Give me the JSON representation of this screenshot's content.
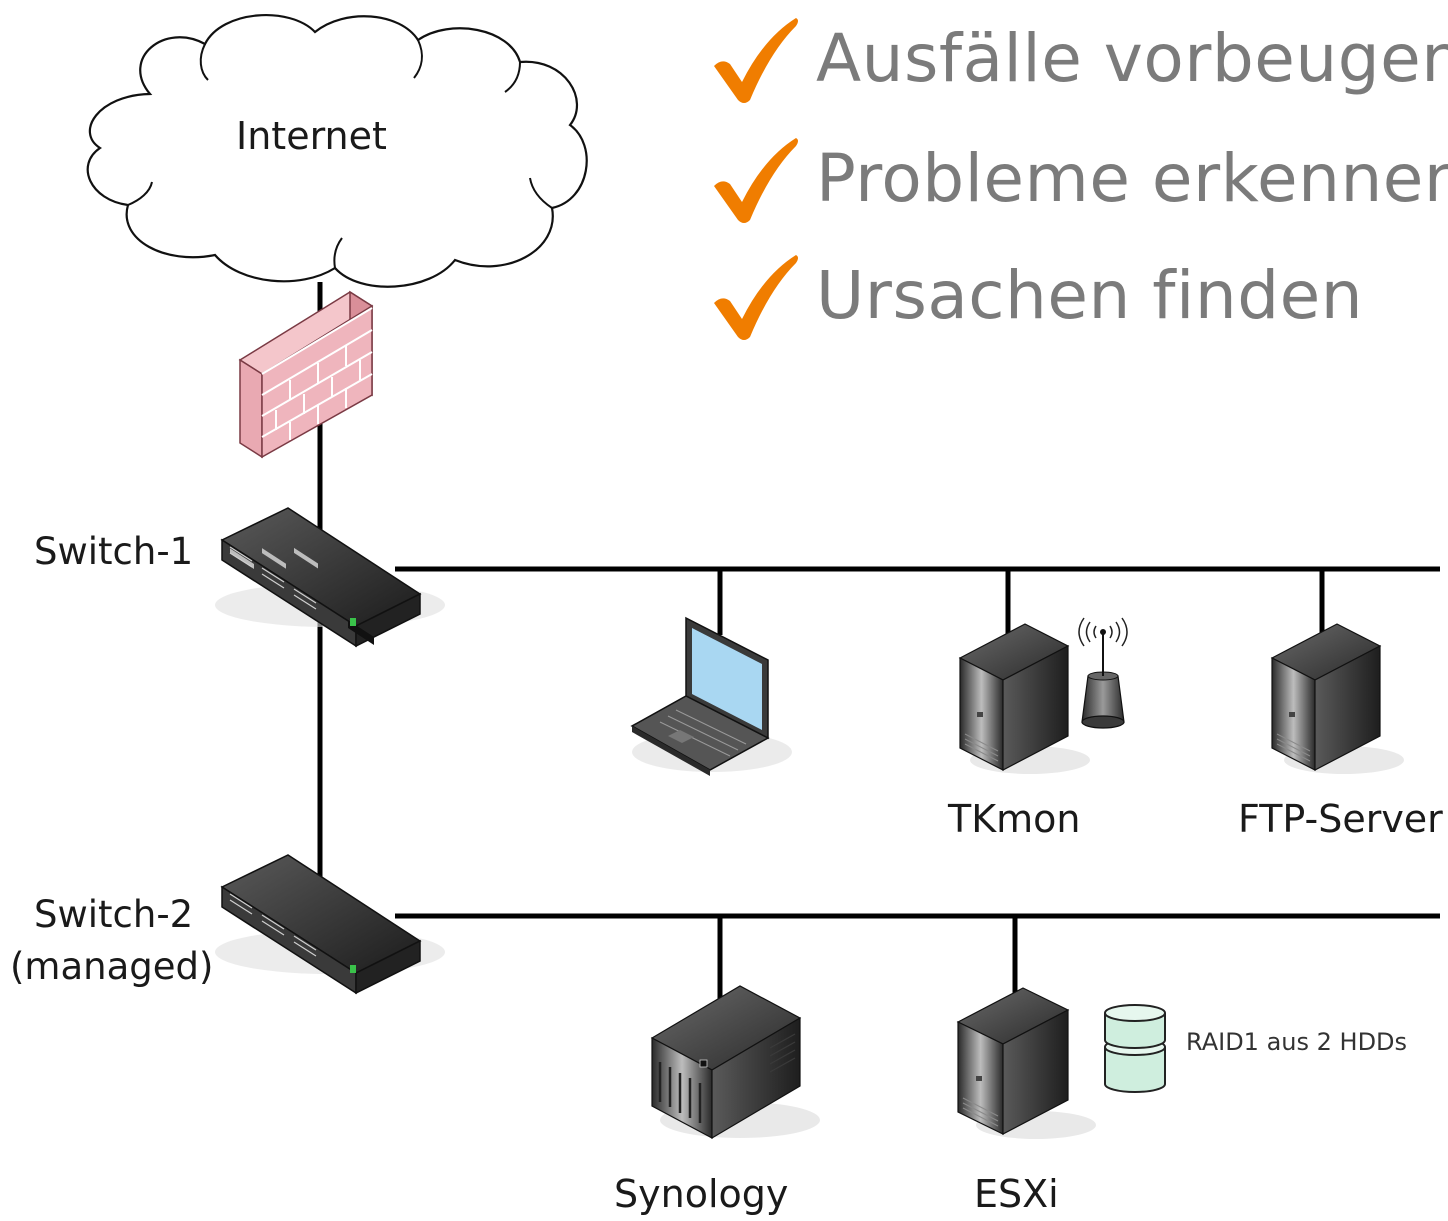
{
  "goals": [
    {
      "icon": "checkmark-icon",
      "text": "Ausfälle vorbeugen"
    },
    {
      "icon": "checkmark-icon",
      "text": "Probleme erkennen"
    },
    {
      "icon": "checkmark-icon",
      "text": "Ursachen finden"
    }
  ],
  "nodes": {
    "internet": {
      "label": "Internet",
      "icon": "cloud-icon"
    },
    "firewall": {
      "icon": "firewall-icon"
    },
    "switch1": {
      "label": "Switch-1",
      "icon": "network-switch-icon"
    },
    "switch2": {
      "label_line1": "Switch-2",
      "label_line2": "(managed)",
      "icon": "network-switch-icon"
    },
    "laptop": {
      "icon": "laptop-icon"
    },
    "tkmon": {
      "label": "TKmon",
      "icon": "tower-server-icon",
      "accessory_icon": "wireless-antenna-icon"
    },
    "ftp": {
      "label": "FTP-Server",
      "icon": "tower-server-icon"
    },
    "synology": {
      "label": "Synology",
      "icon": "nas-server-icon"
    },
    "esxi": {
      "label": "ESXi",
      "icon": "tower-server-icon",
      "accessory_icon": "disk-stack-icon"
    }
  },
  "annotations": {
    "raid": "RAID1 aus 2 HDDs"
  },
  "colors": {
    "check_orange": "#f07d00",
    "goal_text_gray": "#7b7b7b",
    "line_black": "#000000",
    "firewall_brick": "#e8a6ae",
    "laptop_screen": "#a9d7f2",
    "disk_green": "#cfeede"
  }
}
